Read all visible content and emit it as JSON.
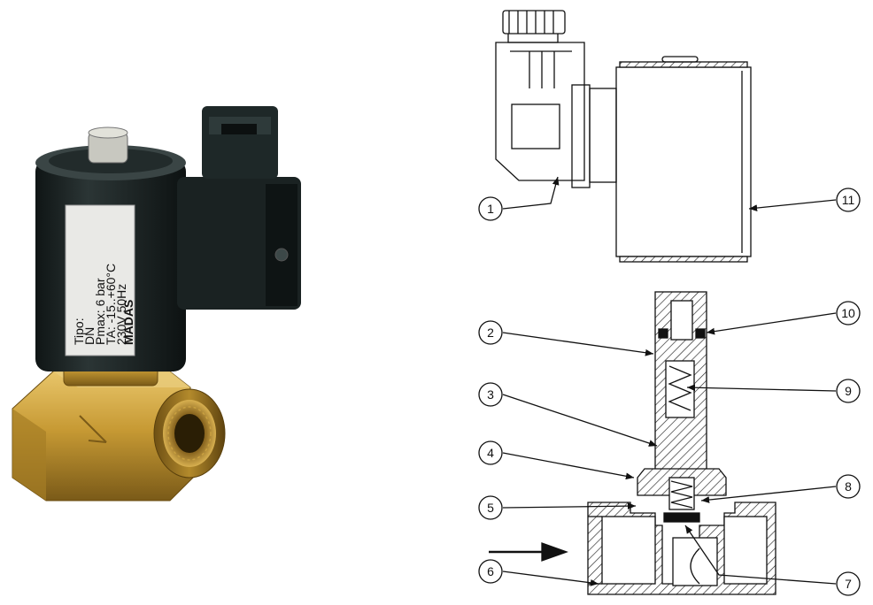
{
  "photo": {
    "brand_text": "MADAS",
    "label_lines": [
      "Tipo:",
      "DN",
      "Pmax: 6 bar",
      "TA: -15..+60°C",
      "230V 50Hz"
    ],
    "colors": {
      "coil_body": "#1c2424",
      "brass": "#c9a03a",
      "brass_dark": "#8a6a1c",
      "label": "#e9e9e6"
    }
  },
  "diagram": {
    "callouts": [
      "1",
      "2",
      "3",
      "4",
      "5",
      "6",
      "7",
      "8",
      "9",
      "10",
      "11"
    ],
    "flow_arrow": "arrow-right",
    "colors": {
      "line": "#111111",
      "hatch": "#222222"
    }
  }
}
